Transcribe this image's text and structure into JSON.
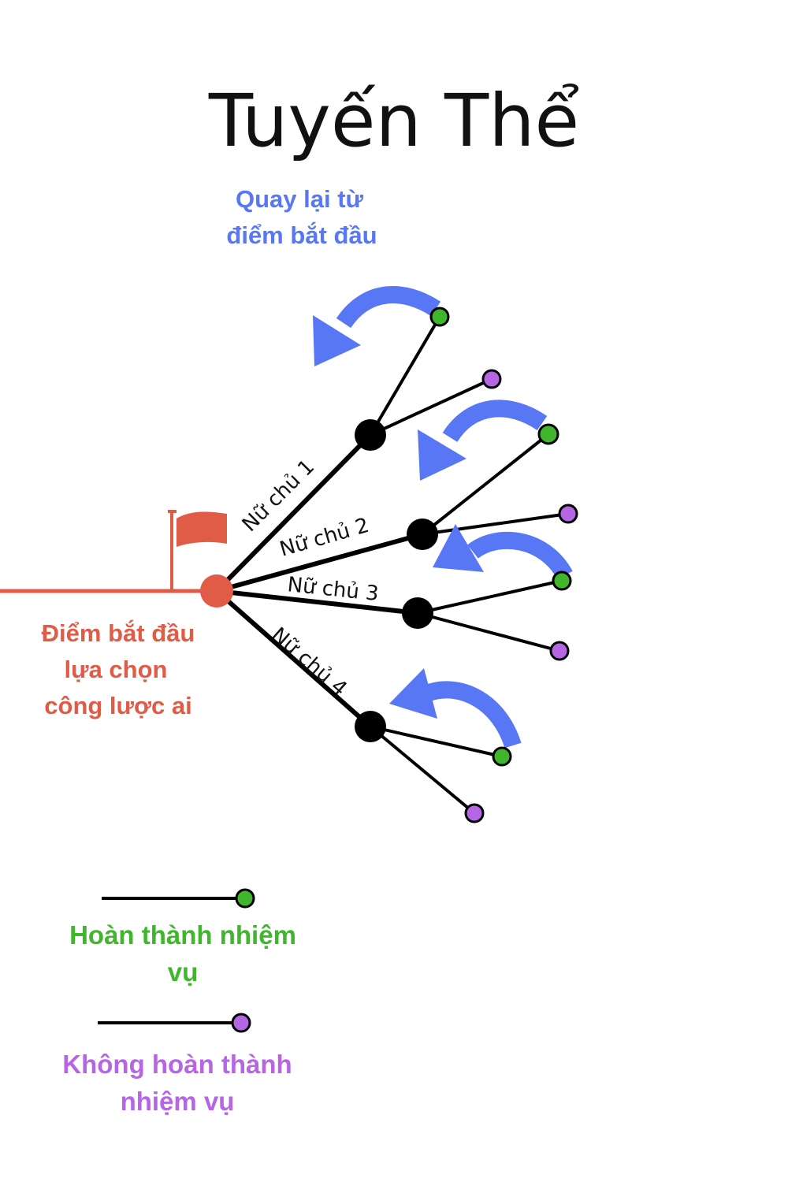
{
  "title": "Tuyến Thể",
  "return_note": {
    "lines": [
      "Quay lại từ",
      "điểm bắt đầu"
    ],
    "color": "#5777f5"
  },
  "start_point": {
    "lines": [
      "Điểm bắt đầu",
      "lựa chọn",
      "công lược ai"
    ],
    "color": "#e05c46"
  },
  "branches": [
    {
      "label": "Nữ chủ 1"
    },
    {
      "label": "Nữ chủ 2"
    },
    {
      "label": "Nữ chủ 3"
    },
    {
      "label": "Nữ chủ 4"
    }
  ],
  "legend": {
    "complete": {
      "lines": [
        "Hoàn thành nhiệm",
        "vụ"
      ],
      "color": "#3fb62c"
    },
    "incomplete": {
      "lines": [
        "Không hoàn thành",
        "nhiệm vụ"
      ],
      "color": "#b665e4"
    }
  },
  "colors": {
    "line": "#000000",
    "start": "#e05c46",
    "arrow": "#5777f5",
    "complete": "#3fb62c",
    "incomplete": "#b665e4"
  },
  "icons": {
    "start_marker": "flag-icon",
    "return_marker": "curved-arrow-icon"
  }
}
